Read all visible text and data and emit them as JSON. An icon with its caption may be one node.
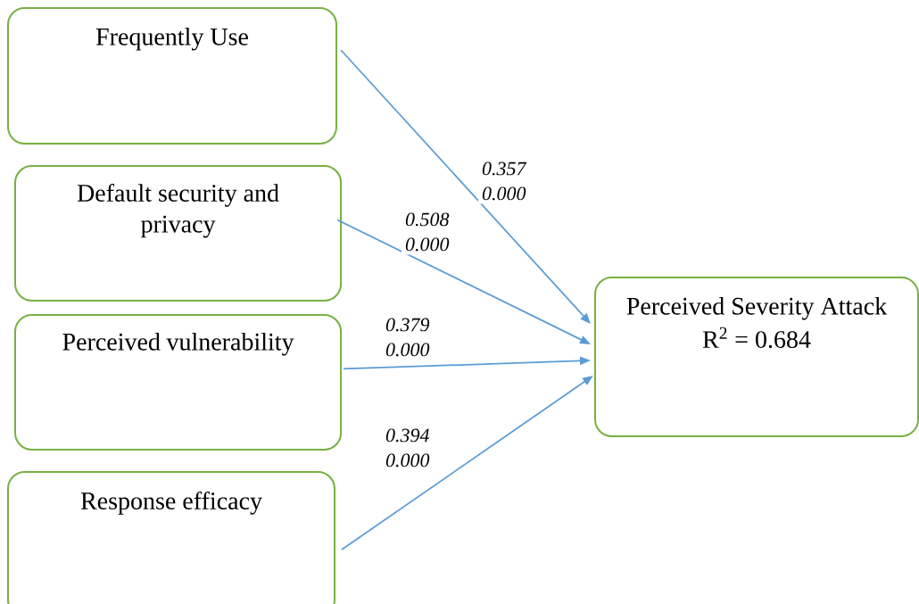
{
  "diagram": {
    "nodes": [
      {
        "text": [
          "Frequently Use"
        ]
      },
      {
        "text": [
          "Default security and privacy"
        ]
      },
      {
        "text": [
          "Perceived vulnerability"
        ]
      },
      {
        "text": [
          "Response efficacy"
        ]
      },
      {
        "text": [
          "Perceived Severity Attack",
          "R$^{2}$ = 0.684"
        ]
      }
    ],
    "edges": [
      {
        "from": 0,
        "to": 4,
        "arrow": "to",
        "label": "0.357 0.000"
      },
      {
        "from": 1,
        "to": 4,
        "arrow": "to",
        "label": "0.508 0.000"
      },
      {
        "from": 2,
        "to": 4,
        "arrow": "to",
        "label": "0.379 0.000"
      },
      {
        "from": 3,
        "to": 4,
        "arrow": "to",
        "label": "0.394 0.000"
      }
    ]
  }
}
